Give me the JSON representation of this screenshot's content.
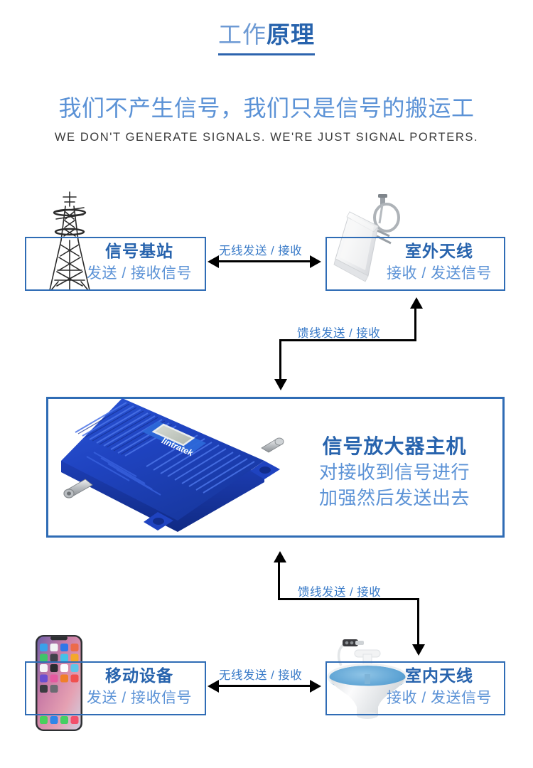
{
  "header": {
    "title_light": "工作",
    "title_bold": "原理",
    "tagline_cn": "我们不产生信号，我们只是信号的搬运工",
    "tagline_en": "WE DON'T GENERATE SIGNALS. WE'RE JUST SIGNAL PORTERS."
  },
  "colors": {
    "accent_dark": "#2763ad",
    "accent_light": "#5b92d6",
    "border": "#2f6cb5",
    "arrow": "#000000",
    "device_blue": "#2048c8"
  },
  "nodes": {
    "base_station": {
      "title": "信号基站",
      "subtitle": "发送 / 接收信号",
      "icon": "cell-tower-image"
    },
    "outdoor_antenna": {
      "title": "室外天线",
      "subtitle": "接收 / 发送信号",
      "icon": "outdoor-panel-antenna-image"
    },
    "amplifier": {
      "title": "信号放大器主机",
      "line1": "对接收到信号进行",
      "line2": "加强然后发送出去",
      "icon": "signal-booster-image",
      "brand": "lintratek"
    },
    "mobile_device": {
      "title": "移动设备",
      "subtitle": "发送 / 接收信号",
      "icon": "smartphone-image"
    },
    "indoor_antenna": {
      "title": "室内天线",
      "subtitle": "接收 / 发送信号",
      "icon": "indoor-dome-antenna-image"
    }
  },
  "edges": {
    "wireless_top": "无线发送 / 接收",
    "feeder_top": "馈线发送 / 接收",
    "feeder_bottom": "馈线发送 / 接收",
    "wireless_bottom": "无线发送 / 接收"
  }
}
